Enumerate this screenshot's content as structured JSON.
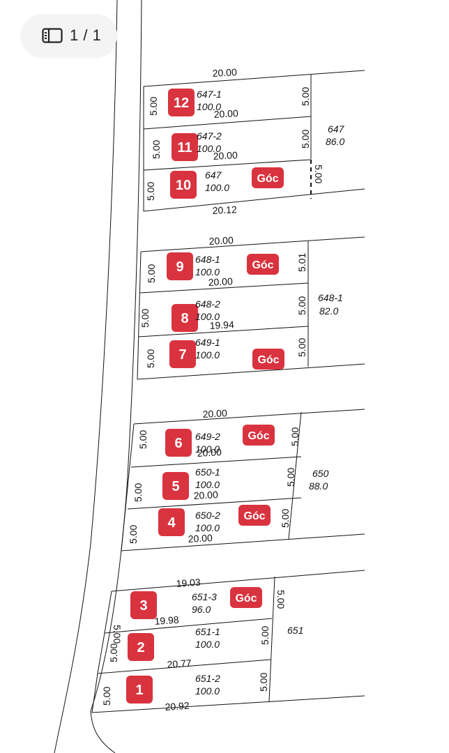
{
  "viewer": {
    "page_indicator": "1 / 1",
    "icon": "document-pages-icon"
  },
  "colors": {
    "badge": "#d9333f",
    "line": "#111111"
  },
  "lots": [
    {
      "num": "12",
      "code": "647-1",
      "area": "100.0"
    },
    {
      "num": "11",
      "code": "647-2",
      "area": "100.0"
    },
    {
      "num": "10",
      "code": "647",
      "area": "100.0"
    },
    {
      "num": "9",
      "code": "648-1",
      "area": "100.0"
    },
    {
      "num": "8",
      "code": "648-2",
      "area": "100.0"
    },
    {
      "num": "7",
      "code": "649-1",
      "area": "100.0"
    },
    {
      "num": "6",
      "code": "649-2",
      "area": "100.0"
    },
    {
      "num": "5",
      "code": "650-1",
      "area": "100.0"
    },
    {
      "num": "4",
      "code": "650-2",
      "area": "100.0"
    },
    {
      "num": "3",
      "code": "651-3",
      "area": "96.0"
    },
    {
      "num": "2",
      "code": "651-1",
      "area": "100.0"
    },
    {
      "num": "1",
      "code": "651-2",
      "area": "100.0"
    }
  ],
  "corner_label": "Góc",
  "parcels": [
    {
      "code": "647",
      "area": "86.0"
    },
    {
      "code": "648-1",
      "area": "82.0"
    },
    {
      "code": "650",
      "area": "88.0"
    },
    {
      "code": "651"
    }
  ],
  "dims": {
    "t647_top": "20.00",
    "t647_mid1": "20.00",
    "t647_mid2": "20.00",
    "t647_bot": "20.12",
    "t648_top": "20.00",
    "t648_mid": "20.00",
    "t649_mid": "19.94",
    "t650_top": "20.00",
    "t650_mid1": "20.00",
    "t650_mid2": "20.00",
    "t650_bot": "20.00",
    "t651_top": "19.03",
    "t651_mid1": "19.98",
    "t651_mid2": "20.77",
    "t651_bot": "20.92",
    "side": "5.00",
    "side_alt": "5.01"
  }
}
